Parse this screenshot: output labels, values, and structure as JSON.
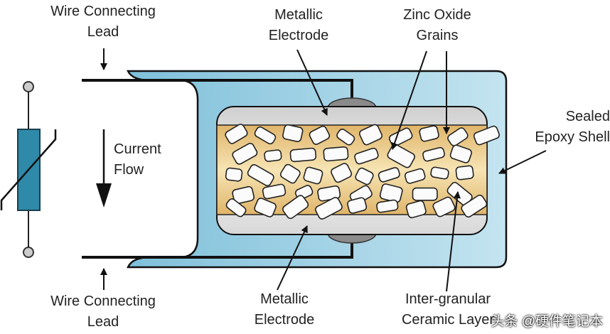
{
  "labels": {
    "lead_top": [
      "Wire Connecting",
      "Lead"
    ],
    "lead_bottom": [
      "Wire Connecting",
      "Lead"
    ],
    "electrode_top": [
      "Metallic",
      "Electrode"
    ],
    "electrode_bottom": [
      "Metallic",
      "Electrode"
    ],
    "zinc_oxide": [
      "Zinc Oxide",
      "Grains"
    ],
    "epoxy": [
      "Sealed",
      "Epoxy Shell"
    ],
    "current": [
      "Current",
      "Flow"
    ],
    "ceramic": [
      "Inter-granular",
      "Ceramic Layer"
    ]
  },
  "watermark": "头条 @硬件笔记本",
  "colors": {
    "shell": "#8fcbe0",
    "ceramic": "#e9c98d",
    "electrode": "#e4e4e4",
    "symbol": "#2e8aa8"
  }
}
